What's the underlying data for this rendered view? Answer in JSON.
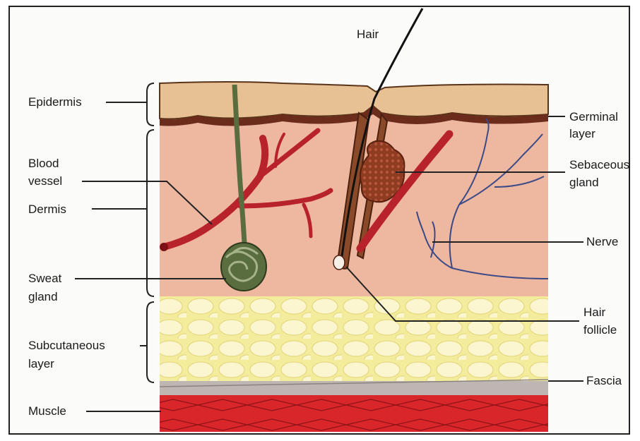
{
  "labels": {
    "hair": "Hair",
    "epidermis": "Epidermis",
    "blood_vessel_1": "Blood",
    "blood_vessel_2": "vessel",
    "dermis": "Dermis",
    "sweat_gland_1": "Sweat",
    "sweat_gland_2": "gland",
    "subcutaneous_1": "Subcutaneous",
    "subcutaneous_2": "layer",
    "muscle": "Muscle",
    "germinal_1": "Germinal",
    "germinal_2": "layer",
    "sebaceous_1": "Sebaceous",
    "sebaceous_2": "gland",
    "nerve": "Nerve",
    "hair_follicle_1": "Hair",
    "hair_follicle_2": "follicle",
    "fascia": "Fascia"
  },
  "colors": {
    "epidermis": "#e7c193",
    "germinal": "#6b2c1c",
    "dermis": "#edb7a0",
    "fat": "#f3ec9c",
    "fat_cell": "#fbf6cf",
    "fascia": "#bdb6b2",
    "muscle": "#d8262a",
    "blood_vessel": "#b8222a",
    "sweat_duct": "#5a6d3e",
    "nerve": "#3b4a86"
  }
}
